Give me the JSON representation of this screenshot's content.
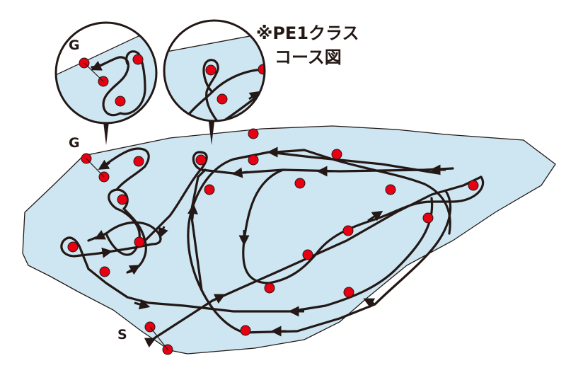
{
  "title": {
    "line1": "※PE1クラス",
    "line2": "コース図"
  },
  "labels": {
    "goal": "G",
    "goal_inset": "G",
    "start": "S"
  },
  "colors": {
    "water": "#cde6f2",
    "outline": "#231815",
    "buoy": "#e60012",
    "course_line": "#231815"
  }
}
